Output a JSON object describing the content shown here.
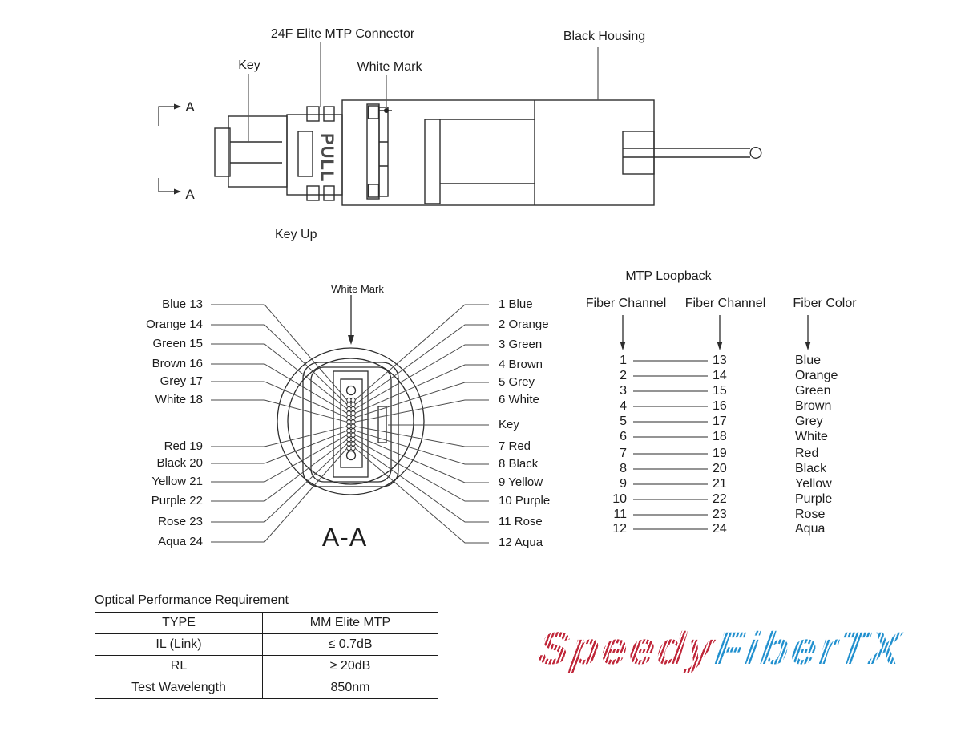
{
  "top_view": {
    "connector_label": "24F Elite MTP Connector",
    "key_label": "Key",
    "white_mark_label": "White Mark",
    "black_housing_label": "Black Housing",
    "key_up_label": "Key Up",
    "section_marker": "A",
    "pull_text": "PULL"
  },
  "cross_section": {
    "view_label": "A-A",
    "white_mark_label": "White Mark",
    "left_labels": [
      "Blue 13",
      "Orange 14",
      "Green 15",
      "Brown 16",
      "Grey 17",
      "White 18",
      "Red 19",
      "Black 20",
      "Yellow 21",
      "Purple 22",
      "Rose 23",
      "Aqua 24"
    ],
    "right_labels": [
      "1 Blue",
      "2 Orange",
      "3 Green",
      "4 Brown",
      "5 Grey",
      "6 White",
      "Key",
      "7 Red",
      "8 Black",
      "9 Yellow",
      "10 Purple",
      "11 Rose",
      "12 Aqua"
    ]
  },
  "loopback": {
    "title": "MTP Loopback",
    "col1_header": "Fiber Channel",
    "col2_header": "Fiber Channel",
    "col3_header": "Fiber Color",
    "rows": [
      {
        "ch1": "1",
        "ch2": "13",
        "color": "Blue"
      },
      {
        "ch1": "2",
        "ch2": "14",
        "color": "Orange"
      },
      {
        "ch1": "3",
        "ch2": "15",
        "color": "Green"
      },
      {
        "ch1": "4",
        "ch2": "16",
        "color": "Brown"
      },
      {
        "ch1": "5",
        "ch2": "17",
        "color": "Grey"
      },
      {
        "ch1": "6",
        "ch2": "18",
        "color": "White"
      },
      {
        "ch1": "7",
        "ch2": "19",
        "color": "Red"
      },
      {
        "ch1": "8",
        "ch2": "20",
        "color": "Black"
      },
      {
        "ch1": "9",
        "ch2": "21",
        "color": "Yellow"
      },
      {
        "ch1": "10",
        "ch2": "22",
        "color": "Purple"
      },
      {
        "ch1": "11",
        "ch2": "23",
        "color": "Rose"
      },
      {
        "ch1": "12",
        "ch2": "24",
        "color": "Aqua"
      }
    ]
  },
  "performance": {
    "title": "Optical Performance Requirement",
    "rows": [
      {
        "label": "TYPE",
        "value": "MM Elite MTP"
      },
      {
        "label": "IL (Link)",
        "value": "≤ 0.7dB"
      },
      {
        "label": "RL",
        "value": "≥ 20dB"
      },
      {
        "label": "Test Wavelength",
        "value": "850nm"
      }
    ]
  },
  "logo": {
    "text_red": "Speedy",
    "text_blue": "FiberTX",
    "red_color": "#C0273A",
    "blue_color": "#1F8FCE"
  }
}
